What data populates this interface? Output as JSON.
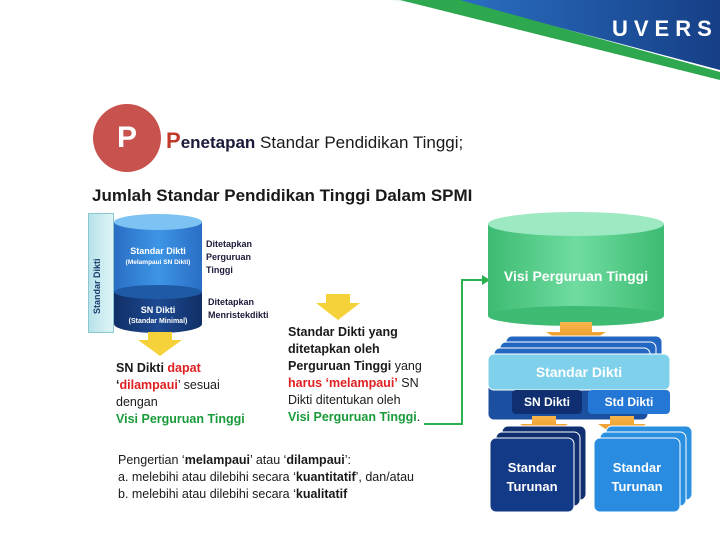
{
  "logo": {
    "text": "UVERS"
  },
  "title": {
    "circle_letter": "P",
    "first_letter": "P",
    "bold_rest": "enetapan",
    "rest": " Standar Pendidikan Tinggi;"
  },
  "subtitle": "Jumlah Standar Pendidikan Tinggi Dalam SPMI",
  "left_diagram": {
    "side_label": "Standar Dikti",
    "top_cyl": {
      "line1": "Standar Dikti",
      "line2": "(Melampaui SN Dikti)"
    },
    "bottom_cyl": {
      "line1": "SN Dikti",
      "line2": "(Standar Minimal)"
    },
    "top_note": [
      "Ditetapkan",
      "Perguruan",
      "Tinggi"
    ],
    "bottom_note": [
      "Ditetapkan",
      "Menristekdikti"
    ]
  },
  "left_text": {
    "l1a": "SN Dikti ",
    "l1b": "dapat",
    "l2a": "‘",
    "l2b": "dilampaui",
    "l2c": "’  sesuai",
    "l3": "dengan",
    "l4": "Visi Perguruan Tinggi"
  },
  "middle_text": {
    "l1": "Standar Dikti yang",
    "l2": "ditetapkan oleh",
    "l3a": "Perguruan Tinggi",
    "l3b": " yang",
    "l4a": "harus ",
    "l4b": "‘melampaui’",
    "l4c": "  SN",
    "l5": "Dikti ditentukan oleh",
    "l6a": "Visi Perguruan Tinggi",
    "l6b": "."
  },
  "definition": {
    "l1a": "Pengertian ‘",
    "l1b": "melampaui",
    "l1c": "’ atau ‘",
    "l1d": "dilampaui",
    "l1e": "’:",
    "a_prefix": "a.  melebihi atau dilebihi secara ‘",
    "a_bold": "kuantitatif",
    "a_suffix": "’, dan/atau",
    "b_prefix": "b.  melebihi atau dilebihi secara ‘",
    "b_bold": "kualitatif"
  },
  "right_diagram": {
    "visi": "Visi Perguruan Tinggi",
    "standar_dikti": "Standar Dikti",
    "sn_dikti": "SN Dikti",
    "std_dikti": "Std Dikti",
    "turunan_left": [
      "Standar",
      "Turunan"
    ],
    "turunan_right": [
      "Standar",
      "Turunan"
    ]
  },
  "colors": {
    "header_blue": "#1e5aa8",
    "green": "#1a9b3a",
    "red": "#e02020",
    "cyl_blue": "#2f7fd0",
    "cyl_navy": "#153a7a",
    "visi_green": "#5fd397",
    "arrow_orange": "#f0a330"
  }
}
